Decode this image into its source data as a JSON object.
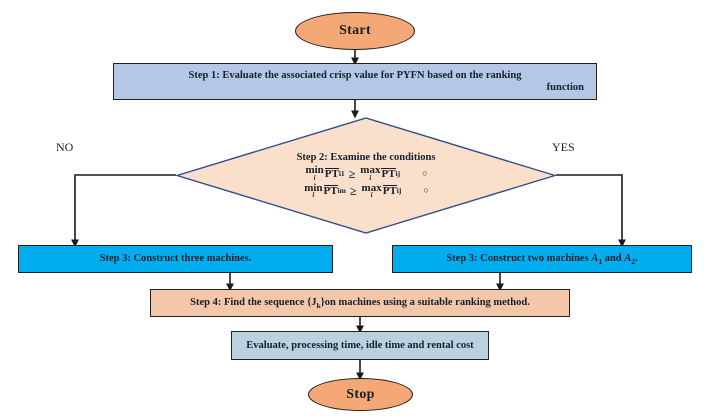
{
  "diagram": {
    "title": "Flowchart of the proposed algorithm",
    "type": "flowchart",
    "colors": {
      "terminator_fill": "#F3A875",
      "step1_fill": "#B4C7E7",
      "decision_fill": "#FADFCB",
      "decision_stroke": "#2E4C8C",
      "step3_fill": "#00AEEF",
      "step4_fill": "#F4C7AA",
      "evaluate_fill": "#BBD1E0",
      "border": "#202020",
      "background": "#FFFFFF"
    }
  },
  "nodes": {
    "start": {
      "label": "Start",
      "shape": "ellipse"
    },
    "step1": {
      "line1": "Step 1: Evaluate the associated crisp value for PYFN based on the ranking",
      "line2": "function",
      "shape": "process"
    },
    "decision": {
      "title": "Step 2: Examine the conditions",
      "condition1": {
        "left_op": "min",
        "left_sub": "i",
        "left_term": "PT",
        "left_term_sub": "i1",
        "relation": "≥",
        "right_op": "max",
        "right_sub": "i",
        "right_term": "PT",
        "right_term_sub": "ij",
        "marker": "○",
        "text": "min_i PT̅_i1 ≥ max_i PT̅_ij  ○"
      },
      "condition2": {
        "left_op": "min",
        "left_sub": "i",
        "left_term": "PT",
        "left_term_sub": "im",
        "relation": "≥",
        "right_op": "max",
        "right_sub": "i",
        "right_term": "PT",
        "right_term_sub": "ij",
        "marker": "○",
        "text": "min_i PT̅_im ≥ max_i PT̅_ij  ○"
      },
      "shape": "diamond"
    },
    "branch_no": {
      "label": "NO"
    },
    "branch_yes": {
      "label": "YES"
    },
    "step3_left": {
      "label": "Step 3: Construct three machines.",
      "shape": "process"
    },
    "step3_right": {
      "prefix": "Step 3: Construct two machines ",
      "machine1": "A",
      "machine1_sub": "1",
      "conjunction": " and ",
      "machine2": "A",
      "machine2_sub": "2",
      "suffix": ".",
      "text": "Step 3: Construct two machines A₁ and A₂.",
      "shape": "process"
    },
    "step4": {
      "prefix": "Step 4: Find the sequence {J",
      "sub": "k",
      "suffix": "}on machines using a suitable ranking method.",
      "text": "Step 4: Find the sequence {Jₖ}on machines using a suitable ranking method.",
      "shape": "process"
    },
    "evaluate": {
      "label": "Evaluate, processing time, idle time and rental cost",
      "shape": "process"
    },
    "stop": {
      "label": "Stop",
      "shape": "ellipse"
    }
  }
}
